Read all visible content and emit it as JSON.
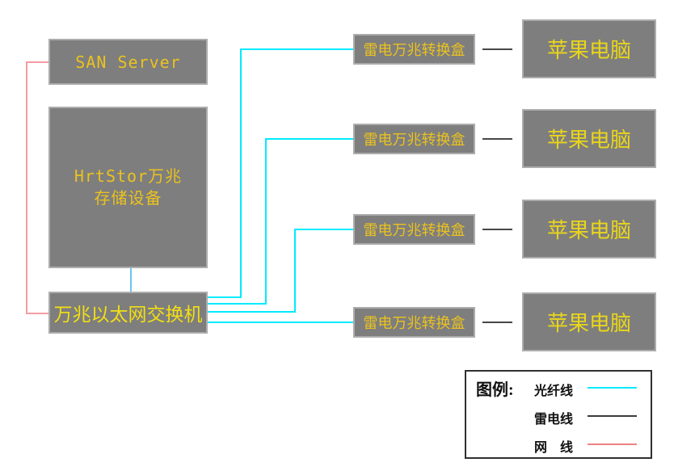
{
  "colors": {
    "box_fill": "#7E7E7E",
    "box_border": "#ACACAC",
    "label_gold": "#EAC21E",
    "label_yellow": "#E9D51B",
    "label_bright": "#F2DF12",
    "fiber_cyan": "#00EBFF",
    "thunder_dark": "#474747",
    "network_pink": "#F49CA3",
    "link_blue": "#6FC4F1",
    "legend_border": "#303030",
    "legend_text": "#111111"
  },
  "nodes": {
    "san_server": {
      "label": "SAN Server"
    },
    "storage": {
      "line1": "HrtStor万兆",
      "line2": "存储设备"
    },
    "switch": {
      "label": "万兆以太网交换机"
    },
    "converters": [
      {
        "label": "雷电万兆转换盒"
      },
      {
        "label": "雷电万兆转换盒"
      },
      {
        "label": "雷电万兆转换盒"
      },
      {
        "label": "雷电万兆转换盒"
      }
    ],
    "computers": [
      {
        "label": "苹果电脑"
      },
      {
        "label": "苹果电脑"
      },
      {
        "label": "苹果电脑"
      },
      {
        "label": "苹果电脑"
      }
    ]
  },
  "legend": {
    "title": "图例:",
    "items": [
      {
        "label": "光纤线",
        "color": "#00EBFF"
      },
      {
        "label": "雷电线",
        "color": "#3B3B3B"
      },
      {
        "label": "网　线",
        "color": "#EF8080"
      }
    ]
  }
}
